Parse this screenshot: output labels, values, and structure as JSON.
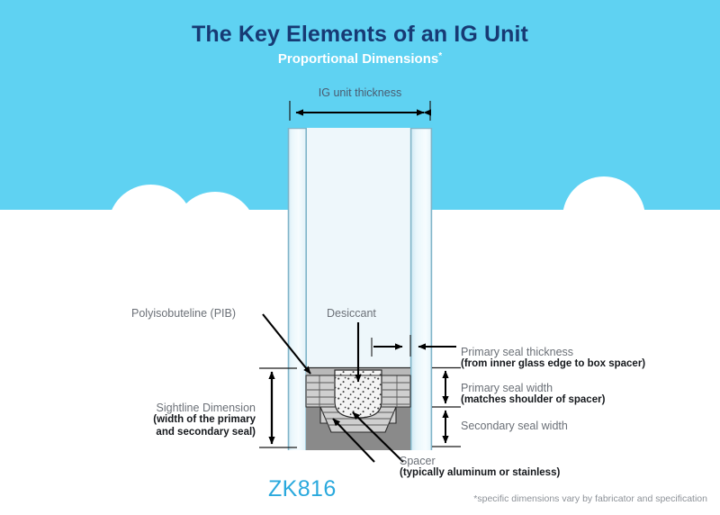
{
  "header": {
    "title": "The Key Elements of an IG Unit",
    "subtitle": "Proportional Dimensions",
    "subtitle_marker": "*"
  },
  "diagram": {
    "top_dimension_label": "IG unit thickness",
    "labels": {
      "pib": "Polyisobuteline (PIB)",
      "desiccant": "Desiccant",
      "spacer_main": "Spacer",
      "spacer_sub": "(typically aluminum or stainless)",
      "sightline_main": "Sightline Dimension",
      "sightline_sub_line1": "(width of the primary",
      "sightline_sub_line2": "and secondary seal)",
      "primary_seal_thickness_main": "Primary seal thickness",
      "primary_seal_thickness_sub": "(from inner glass edge to box spacer)",
      "primary_seal_width_main": "Primary seal width",
      "primary_seal_width_sub": "(matches shoulder of spacer)",
      "secondary_seal_width_main": "Secondary seal width"
    }
  },
  "watermark": "ZK816",
  "footnote": "*specific dimensions vary by fabricator and specification",
  "colors": {
    "sky": "#5fd2f2",
    "ground": "#ffffff",
    "title": "#173a74",
    "subtitle": "#ffffff",
    "label_gray": "#6b7077",
    "label_black": "#15181c",
    "watermark": "#2aa9dd",
    "glass_edge": "#7fb4c8",
    "cavity": "#eef7fb",
    "spacer_light": "#cccccc",
    "secondary_seal": "#8a8a8a",
    "desiccant_fill": "#f2f2f2",
    "line": "#000000"
  }
}
